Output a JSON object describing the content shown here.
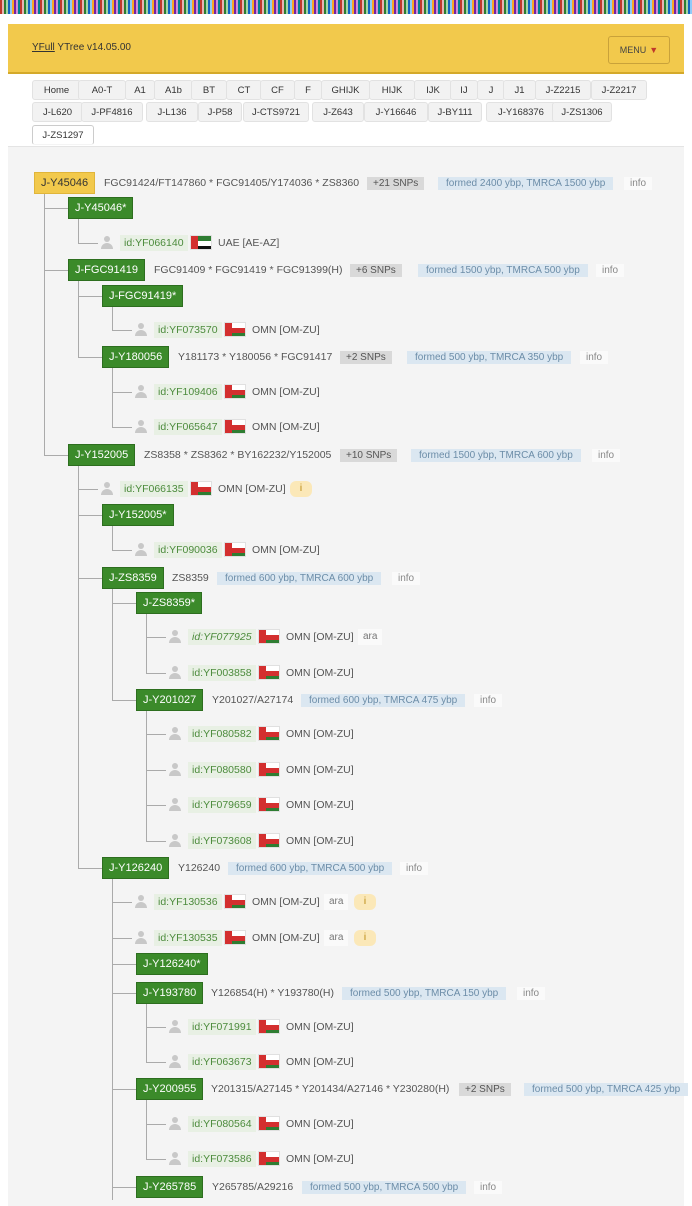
{
  "header": {
    "brand_link": "YFull",
    "brand_rest": " YTree v14.05.00",
    "menu_label": "MENU",
    "menu_caret": "▼"
  },
  "tabs": [
    "Home",
    "A0-T",
    "A1",
    "A1b",
    "BT",
    "CT",
    "CF",
    "F",
    "GHIJK",
    "HIJK",
    "IJK",
    "IJ",
    "J",
    "J1",
    "J-Z2215",
    "J-Z2217",
    "J-L620",
    "J-PF4816",
    "J-L136",
    "J-P58",
    "J-CTS9721",
    "J-Z643",
    "J-Y16646",
    "J-BY111",
    "J-Y168376",
    "J-ZS1306",
    "J-ZS1297"
  ],
  "tree": {
    "nodes": [
      {
        "label": "J-Y45046",
        "snps": "FGC91424/FT147860 * FGC91405/Y174036 * ZS8360",
        "badge": "+21 SNPs",
        "formed": "formed 2400 ybp, TMRCA 1500 ybp",
        "info": "info"
      },
      {
        "label": "J-Y45046*"
      },
      {
        "label": "J-FGC91419",
        "snps": "FGC91409 * FGC91419 * FGC91399(H)",
        "badge": "+6 SNPs",
        "formed": "formed 1500 ybp, TMRCA 500 ybp",
        "info": "info"
      },
      {
        "label": "J-FGC91419*"
      },
      {
        "label": "J-Y180056",
        "snps": "Y181173 * Y180056 * FGC91417",
        "badge": "+2 SNPs",
        "formed": "formed 500 ybp, TMRCA 350 ybp",
        "info": "info"
      },
      {
        "label": "J-Y152005",
        "snps": "ZS8358 * ZS8362 * BY162232/Y152005",
        "badge": "+10 SNPs",
        "formed": "formed 1500 ybp, TMRCA 600 ybp",
        "info": "info"
      },
      {
        "label": "J-Y152005*"
      },
      {
        "label": "J-ZS8359",
        "snps": "ZS8359",
        "formed": "formed 600 ybp, TMRCA 600 ybp",
        "info": "info"
      },
      {
        "label": "J-ZS8359*"
      },
      {
        "label": "J-Y201027",
        "snps": "Y201027/A27174",
        "formed": "formed 600 ybp, TMRCA 475 ybp",
        "info": "info"
      },
      {
        "label": "J-Y126240",
        "snps": "Y126240",
        "formed": "formed 600 ybp, TMRCA 500 ybp",
        "info": "info"
      },
      {
        "label": "J-Y126240*"
      },
      {
        "label": "J-Y193780",
        "snps": "Y126854(H) * Y193780(H)",
        "formed": "formed 500 ybp, TMRCA 150 ybp",
        "info": "info"
      },
      {
        "label": "J-Y200955",
        "snps": "Y201315/A27145 * Y201434/A27146 * Y230280(H)",
        "badge": "+2 SNPs",
        "formed": "formed 500 ybp, TMRCA 425 ybp"
      },
      {
        "label": "J-Y265785",
        "snps": "Y265785/A29216",
        "formed": "formed 500 ybp, TMRCA 500 ybp",
        "info": "info"
      }
    ],
    "samples": [
      {
        "id": "id:YF066140",
        "flag": "ae",
        "country": "UAE [AE-AZ]"
      },
      {
        "id": "id:YF073570",
        "flag": "om",
        "country": "OMN [OM-ZU]"
      },
      {
        "id": "id:YF109406",
        "flag": "om",
        "country": "OMN [OM-ZU]"
      },
      {
        "id": "id:YF065647",
        "flag": "om",
        "country": "OMN [OM-ZU]"
      },
      {
        "id": "id:YF066135",
        "flag": "om",
        "country": "OMN [OM-ZU]",
        "ibadge": "i"
      },
      {
        "id": "id:YF090036",
        "flag": "om",
        "country": "OMN [OM-ZU]"
      },
      {
        "id": "id:YF077925",
        "flag": "om",
        "country": "OMN [OM-ZU]",
        "lang": "ara"
      },
      {
        "id": "id:YF003858",
        "flag": "om",
        "country": "OMN [OM-ZU]"
      },
      {
        "id": "id:YF080582",
        "flag": "om",
        "country": "OMN [OM-ZU]"
      },
      {
        "id": "id:YF080580",
        "flag": "om",
        "country": "OMN [OM-ZU]"
      },
      {
        "id": "id:YF079659",
        "flag": "om",
        "country": "OMN [OM-ZU]"
      },
      {
        "id": "id:YF073608",
        "flag": "om",
        "country": "OMN [OM-ZU]"
      },
      {
        "id": "id:YF130536",
        "flag": "om",
        "country": "OMN [OM-ZU]",
        "lang": "ara",
        "ibadge": "i"
      },
      {
        "id": "id:YF130535",
        "flag": "om",
        "country": "OMN [OM-ZU]",
        "lang": "ara",
        "ibadge": "i"
      },
      {
        "id": "id:YF071991",
        "flag": "om",
        "country": "OMN [OM-ZU]"
      },
      {
        "id": "id:YF063673",
        "flag": "om",
        "country": "OMN [OM-ZU]"
      },
      {
        "id": "id:YF080564",
        "flag": "om",
        "country": "OMN [OM-ZU]"
      },
      {
        "id": "id:YF073586",
        "flag": "om",
        "country": "OMN [OM-ZU]"
      }
    ]
  },
  "colors": {
    "accent": "#f2c94c",
    "node_green": "#3b8a2a",
    "sample_text": "#4c8b3c"
  },
  "icons": {
    "sample": "person-icon",
    "menu_caret": "caret-down-icon"
  }
}
